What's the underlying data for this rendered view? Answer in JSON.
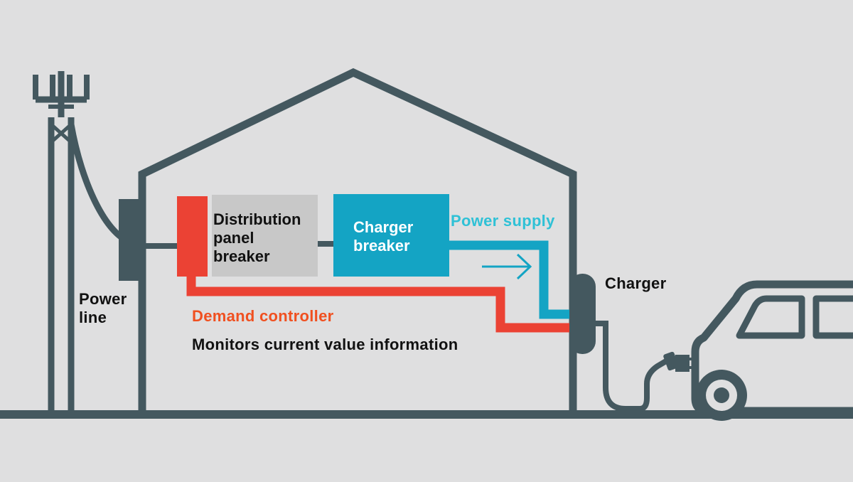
{
  "labels": {
    "power_line": [
      "Power",
      "line"
    ],
    "distribution_panel_breaker": [
      "Distribution",
      "panel",
      "breaker"
    ],
    "charger_breaker": [
      "Charger",
      "breaker"
    ],
    "power_supply": "Power supply",
    "charger": "Charger",
    "demand_controller": "Demand controller",
    "monitors": "Monitors current value information"
  },
  "colors": {
    "background": "#dfdfe0",
    "outline": "#44585f",
    "red": "#eb4234",
    "teal": "#14a4c4",
    "gray_box": "#c8c8c8",
    "text_dark": "#111111",
    "demand_text": "#f05020",
    "power_supply_text": "#2fc1d6",
    "white": "#ffffff"
  },
  "icons": {
    "utility_pole": "utility-pole-icon",
    "house": "house-icon",
    "car": "car-icon",
    "arrow": "arrow-right-icon",
    "plug": "charging-plug-icon"
  }
}
